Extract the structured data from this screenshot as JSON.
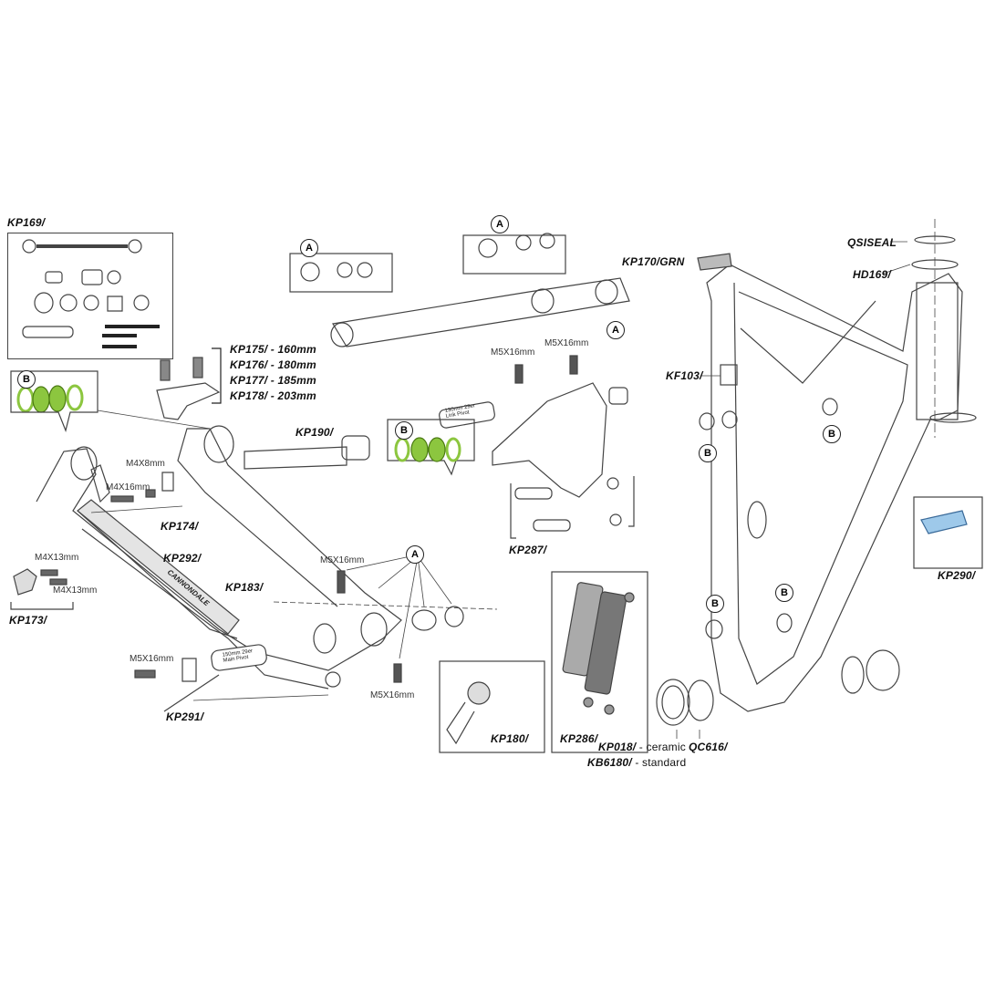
{
  "labels": {
    "kp169": "KP169/",
    "kp175": "KP175/ - 160mm",
    "kp176": "KP176/ - 180mm",
    "kp177": "KP177/ - 185mm",
    "kp178": "KP178/ - 203mm",
    "kp190": "KP190/",
    "m4x8": "M4X8mm",
    "m4x16": "M4X16mm",
    "kp174": "KP174/",
    "kp292": "KP292/",
    "kp183": "KP183/",
    "m4x13a": "M4X13mm",
    "m4x13b": "M4X13mm",
    "kp173": "KP173/",
    "m5x16_left": "M5X16mm",
    "m5x16_swing": "M5X16mm",
    "m5x16_bottom": "M5X16mm",
    "m5x16_link1": "M5X16mm",
    "m5x16_link2": "M5X16mm",
    "kp291": "KP291/",
    "kp170": "KP170/GRN",
    "qsiseal": "QSISEAL",
    "hd169": "HD169/",
    "kf103": "KF103/",
    "kp287": "KP287/",
    "kp290": "KP290/",
    "kp180": "KP180/",
    "kp286": "KP286/",
    "kp018": "KP018/",
    "kp018_desc": "- ceramic",
    "kb6180": "KB6180/",
    "kb6180_desc": "- standard",
    "qc616": "QC616/"
  },
  "callouts": {
    "a": "A",
    "b": "B"
  },
  "decals": {
    "brand": "CANNONDALE",
    "main_pivot": "150mm 29er Main Pivot",
    "link_pivot": "130mm 29er Link Pivot"
  },
  "colors": {
    "bearing_green": "#8cc63f",
    "line": "#444444"
  }
}
